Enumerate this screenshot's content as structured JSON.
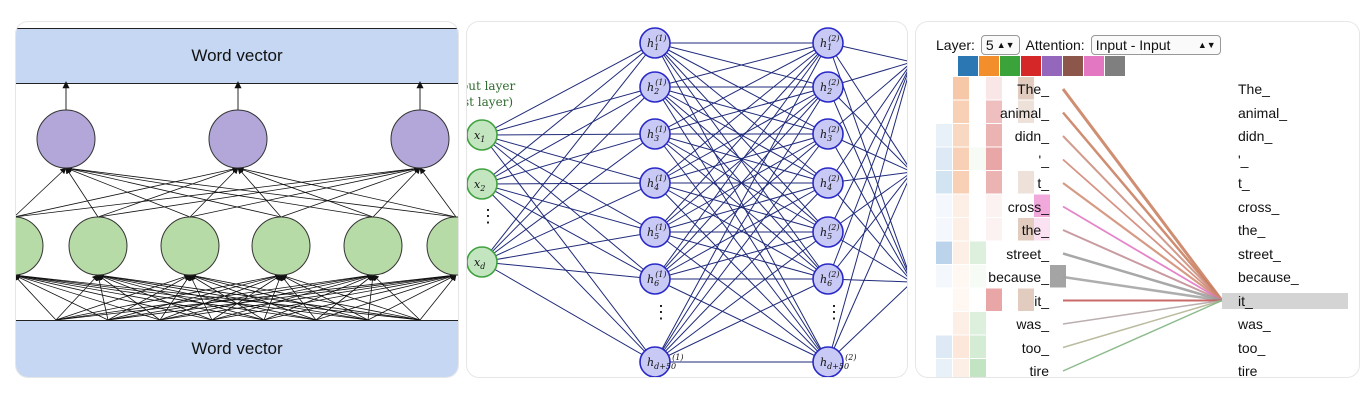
{
  "panel1": {
    "top_label": "Word vector",
    "bottom_label": "Word vector"
  },
  "panel2": {
    "input_layer_caption_1": "out layer",
    "input_layer_caption_2": "st layer)",
    "inputs": [
      "x",
      "x",
      "x"
    ],
    "input_subs": [
      "1",
      "2",
      "d"
    ],
    "hidden1_subs": [
      "1",
      "2",
      "3",
      "4",
      "5",
      "6",
      "d+50"
    ],
    "hidden2_subs": [
      "1",
      "2",
      "3",
      "4",
      "5",
      "6",
      "d+50"
    ],
    "hidden1_sup": "(1)",
    "hidden2_sup": "(2)",
    "dots": "⋮"
  },
  "panel3": {
    "layer_label": "Layer:",
    "layer_value": "5",
    "attention_label": "Attention:",
    "attention_value": "Input - Input",
    "head_colors": [
      "#2a77b4",
      "#f28e2b",
      "#3aa33a",
      "#d62728",
      "#9467bd",
      "#8c564b",
      "#e377c2",
      "#7f7f7f"
    ],
    "left_tokens": [
      "The_",
      "animal_",
      "didn_",
      "'_",
      "t_",
      "cross_",
      "the_",
      "street_",
      "because_",
      "it_",
      "was_",
      "too_",
      "tire"
    ],
    "right_tokens": [
      "The_",
      "animal_",
      "didn_",
      "'_",
      "t_",
      "cross_",
      "the_",
      "street_",
      "because_",
      "it_",
      "was_",
      "too_",
      "tire"
    ],
    "selected_token": "it_"
  }
}
